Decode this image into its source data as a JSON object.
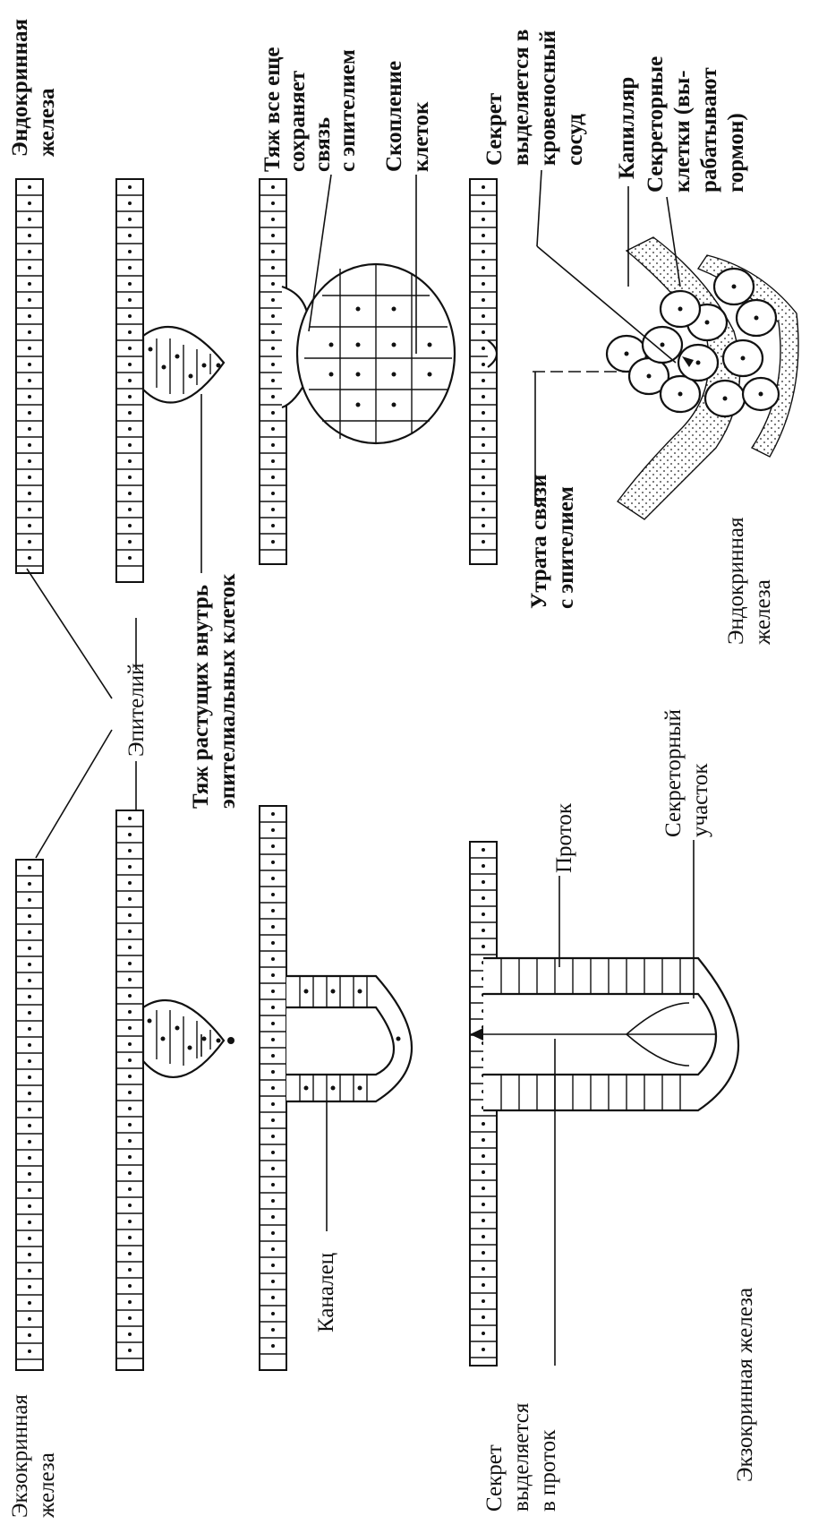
{
  "labels": {
    "exocrine_top": [
      "Экзокринная",
      "железа"
    ],
    "endocrine_top": [
      "Эндокринная",
      "железа"
    ],
    "epithelium": "Эпителий",
    "cord_growing": [
      "Тяж растущих внутрь",
      "эпителиальных клеток"
    ],
    "cord_retains": [
      "Тяж все еще",
      "сохраняет",
      "связь",
      "с эпителием"
    ],
    "cluster": [
      "Скопление",
      "клеток"
    ],
    "canal": "Каналец",
    "secret_into_duct": [
      "Секрет",
      "выделяется",
      "в проток"
    ],
    "duct": "Проток",
    "secretory_part": [
      "Секреторный",
      "участок"
    ],
    "exocrine_bottom": "Экзокринная железа",
    "loss_of_connection": [
      "Утрата связи",
      "с эпителием"
    ],
    "secret_into_vessel": [
      "Секрет",
      "выделяется в",
      "кровеносный",
      "сосуд"
    ],
    "capillary": "Капилляр",
    "secretory_cells": [
      "Секреторные",
      "клетки (вы-",
      "рабатывают",
      "гормон)"
    ],
    "endocrine_bottom": [
      "Эндокринная",
      "железа"
    ]
  }
}
